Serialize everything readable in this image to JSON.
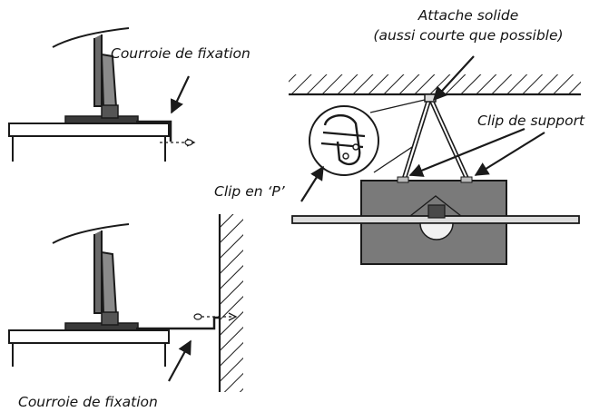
{
  "labels": {
    "strap_top": "Courroie de fixation",
    "strap_bottom": "Courroie de fixation",
    "solid_tie_line1": "Attache solide",
    "solid_tie_line2": "(aussi courte que possible)",
    "support_clip": "Clip de support",
    "p_clip": "Clip en ‘P’"
  },
  "colors": {
    "ink": "#1a1a1a",
    "panel_gray": "#7a7a7a",
    "panel_dark": "#4a4a4a",
    "bulb_light": "#f2f2f2"
  }
}
